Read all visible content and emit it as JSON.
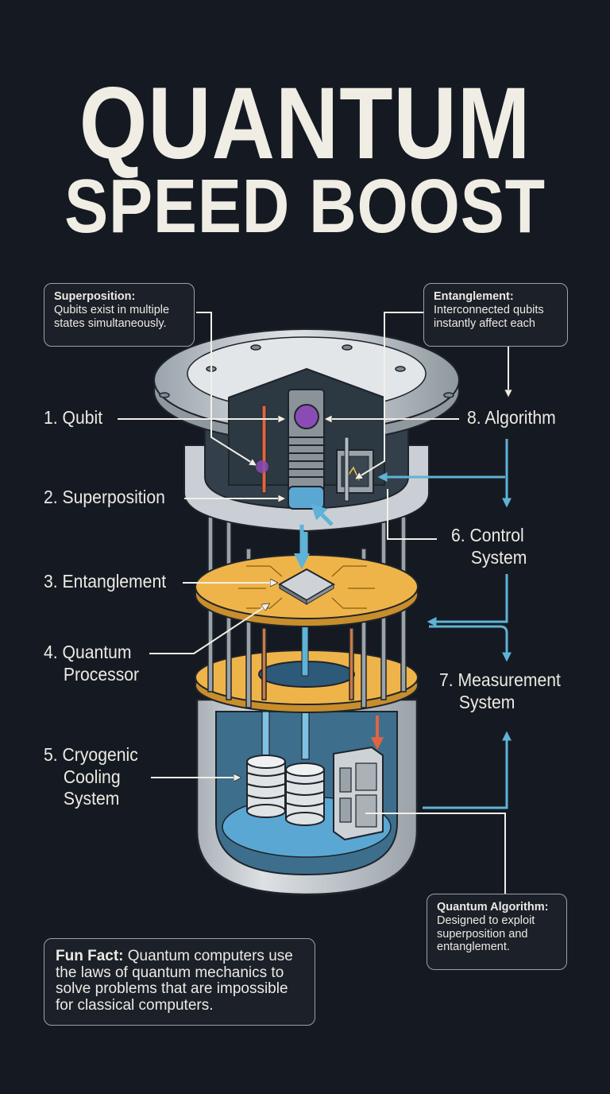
{
  "title": {
    "line1": "QUANTUM",
    "line2": "SPEED BOOST"
  },
  "colors": {
    "background": "#151a22",
    "text": "#efede4",
    "arrow_blue": "#5eb3d6",
    "arrow_red": "#e2643f",
    "disk_gold": "#efb449",
    "metal": "#c9cfd4",
    "qubit_purple": "#8b4bb5",
    "coolant": "#5aa7d3"
  },
  "callouts": {
    "superposition": {
      "heading": "Superposition:",
      "body": "Qubits exist in multiple states simultaneously."
    },
    "entanglement": {
      "heading": "Entanglement:",
      "body": "Interconnected qubits instantly affect each"
    },
    "algorithm": {
      "heading": "Quantum Algorithm:",
      "body": "Designed to exploit superposition and entanglement."
    },
    "fun_fact": {
      "heading": "Fun Fact:",
      "body": "Quantum computers use the laws of quantum mechanics to solve problems that are impossible for classical computers."
    }
  },
  "labels": {
    "qubit": {
      "line1": "1. Qubit"
    },
    "superposition": {
      "line1": "2. Superposition"
    },
    "entanglement": {
      "line1": "3. Entanglement"
    },
    "processor": {
      "line1": "4. Quantum",
      "line2": "Processor"
    },
    "cryogenic": {
      "line1": "5. Cryogenic",
      "line2": "Cooling",
      "line3": "System"
    },
    "control": {
      "line1": "6. Control",
      "line2": "System"
    },
    "measurement": {
      "line1": "7. Measurement",
      "line2": "System"
    },
    "algorithm": {
      "line1": "8. Algorithm"
    }
  }
}
